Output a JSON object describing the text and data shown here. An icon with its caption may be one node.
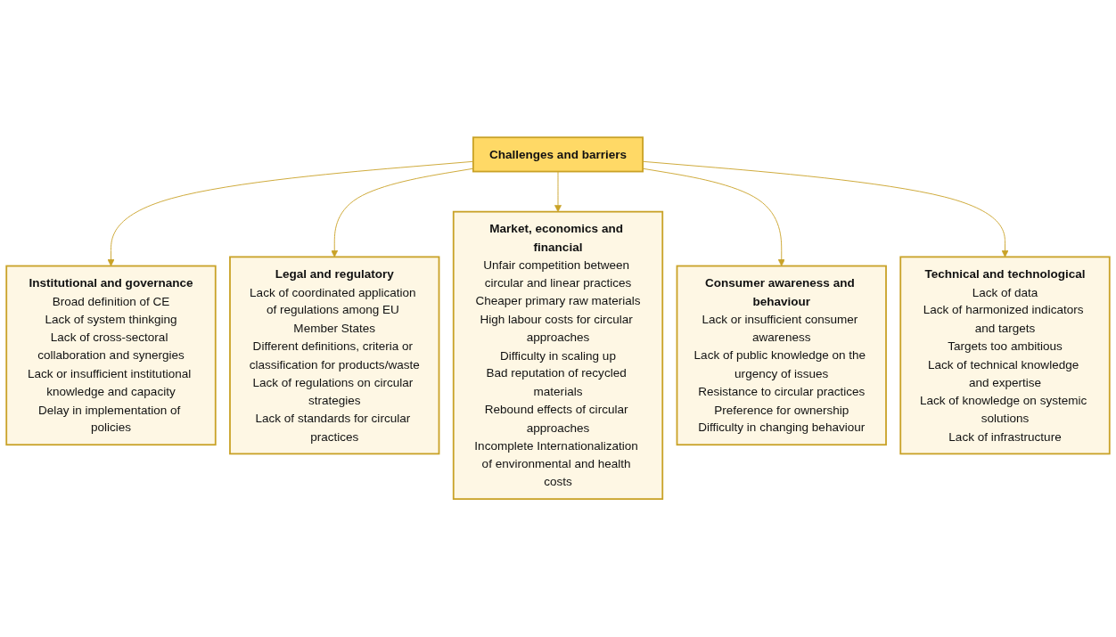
{
  "diagram": {
    "nodes": [
      {
        "text": [
          "Institutional and governance",
          "Broad definition of CE",
          "Lack of system thinkging",
          "Lack of cross-sectoral collaboration and synergies",
          "Lack or insufficient institutional knowledge and capacity",
          "Delay in implementation of policies"
        ]
      },
      {
        "text": [
          "Legal and regulatory",
          "Lack of coordinated application of regulations among EU Member States",
          "Different definitions, criteria or classification for products/waste",
          "Lack of regulations on circular strategies",
          "Lack of standards for circular practices"
        ]
      },
      {
        "text": [
          "Challenges and barriers"
        ]
      },
      {
        "text": [
          "Market, economics and financial",
          "Unfair competition between circular and linear practices",
          "Cheaper primary raw materials",
          "High labour costs for circular approaches",
          "Difficulty in scaling up",
          "Bad reputation of recycled materials",
          "Rebound effects of circular approaches",
          "Incomplete Internationalization of environmental and health costs"
        ]
      },
      {
        "text": [
          "Consumer awareness and behaviour",
          "Lack or insufficient consumer awareness",
          "Lack of public knowledge on the urgency of issues",
          "Resistance to circular practices",
          "Preference for ownership",
          "Difficulty in changing behaviour"
        ]
      },
      {
        "text": [
          "Technical and technological",
          "Lack of data",
          "Lack of harmonized indicators and targets",
          "Targets too ambitious",
          "Lack of technical knowledge and expertise",
          "Lack of knowledge on systemic solutions",
          "Lack of infrastructure"
        ]
      }
    ],
    "edges": [
      {
        "from": 2,
        "to": 0,
        "arrow": "to"
      },
      {
        "from": 2,
        "to": 1,
        "arrow": "to"
      },
      {
        "from": 2,
        "to": 3,
        "arrow": "to"
      },
      {
        "from": 2,
        "to": 4,
        "arrow": "to"
      },
      {
        "from": 2,
        "to": 5,
        "arrow": "to"
      }
    ]
  }
}
